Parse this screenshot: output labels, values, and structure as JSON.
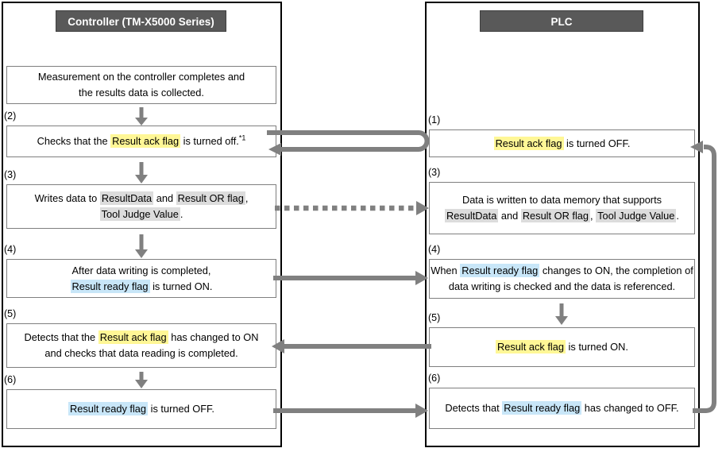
{
  "colors": {
    "header_bg": "#595959",
    "header_text": "#FFFFFF",
    "highlight_yellow": "#FFF796",
    "highlight_blue": "#C8E6F8",
    "highlight_gray": "#DCDCDC",
    "arrow_gray": "#808080",
    "box_border": "#7F7F7F",
    "panel_border": "#000000"
  },
  "panels": [
    {
      "header": "Controller (TM-X5000 Series)",
      "boxes": [
        {
          "label": "",
          "lines": [
            [
              {
                "t": "Measurement on the controller completes and"
              }
            ],
            [
              {
                "t": "the results data is collected."
              }
            ]
          ]
        },
        {
          "label": "(2)",
          "lines": [
            [
              {
                "t": "Checks that the "
              },
              {
                "t": "Result ack flag",
                "hl": "yellow"
              },
              {
                "t": " is turned off."
              },
              {
                "t": "*1",
                "sup": true
              }
            ]
          ]
        },
        {
          "label": "(3)",
          "lines": [
            [
              {
                "t": "Writes data to "
              },
              {
                "t": "ResultData",
                "hl": "gray"
              },
              {
                "t": " and "
              },
              {
                "t": "Result OR flag",
                "hl": "gray"
              },
              {
                "t": ","
              }
            ],
            [
              {
                "t": "Tool Judge Value",
                "hl": "gray"
              },
              {
                "t": "."
              }
            ]
          ]
        },
        {
          "label": "(4)",
          "lines": [
            [
              {
                "t": "After data writing is completed,"
              }
            ],
            [
              {
                "t": "Result ready flag",
                "hl": "blue"
              },
              {
                "t": " is turned ON."
              }
            ]
          ]
        },
        {
          "label": "(5)",
          "lines": [
            [
              {
                "t": "Detects that the "
              },
              {
                "t": "Result ack flag",
                "hl": "yellow"
              },
              {
                "t": " has changed to ON"
              }
            ],
            [
              {
                "t": "and checks that data reading is completed."
              }
            ]
          ]
        },
        {
          "label": "(6)",
          "lines": [
            [
              {
                "t": "Result ready flag",
                "hl": "blue"
              },
              {
                "t": " is turned OFF."
              }
            ]
          ]
        }
      ]
    },
    {
      "header": "PLC",
      "boxes": [
        {
          "label": "(1)",
          "lines": [
            [
              {
                "t": "Result ack flag",
                "hl": "yellow"
              },
              {
                "t": " is turned OFF."
              }
            ]
          ]
        },
        {
          "label": "(3)",
          "lines": [
            [
              {
                "t": "Data is written to data memory that supports"
              }
            ],
            [
              {
                "t": "ResultData",
                "hl": "gray"
              },
              {
                "t": " and "
              },
              {
                "t": "Result OR flag",
                "hl": "gray"
              },
              {
                "t": ", "
              },
              {
                "t": "Tool Judge Value",
                "hl": "gray"
              },
              {
                "t": "."
              }
            ]
          ]
        },
        {
          "label": "(4)",
          "lines": [
            [
              {
                "t": "When "
              },
              {
                "t": "Result ready flag",
                "hl": "blue"
              },
              {
                "t": " changes to ON, the completion of"
              }
            ],
            [
              {
                "t": "data writing is checked and the data is referenced."
              }
            ]
          ]
        },
        {
          "label": "(5)",
          "lines": [
            [
              {
                "t": "Result ack flag",
                "hl": "yellow"
              },
              {
                "t": " is turned ON."
              }
            ]
          ]
        },
        {
          "label": "(6)",
          "lines": [
            [
              {
                "t": "Detects that "
              },
              {
                "t": "Result ready flag",
                "hl": "blue"
              },
              {
                "t": " has changed to OFF."
              }
            ]
          ]
        }
      ]
    }
  ],
  "connectors": [
    {
      "id": "check-ack-roundtrip",
      "from": "controller-step-2",
      "to": "plc-step-1",
      "style": "u-turn-solid"
    },
    {
      "id": "write-data",
      "from": "controller-step-3",
      "to": "plc-step-3",
      "style": "dashed-right"
    },
    {
      "id": "ready-on",
      "from": "controller-step-4",
      "to": "plc-step-4",
      "style": "solid-right"
    },
    {
      "id": "ack-on",
      "from": "plc-step-5",
      "to": "controller-step-5",
      "style": "solid-left"
    },
    {
      "id": "ready-off",
      "from": "controller-step-6",
      "to": "plc-step-6",
      "style": "solid-right"
    },
    {
      "id": "loop-back",
      "from": "plc-step-6",
      "to": "plc-step-1",
      "style": "right-side-loop"
    },
    {
      "id": "flow-down-left",
      "between": [
        "step-1/2",
        "step-2/3",
        "step-3/4",
        "step-5/6"
      ],
      "style": "down-arrow"
    },
    {
      "id": "flow-down-right",
      "between": [
        "step-4/5"
      ],
      "style": "down-arrow"
    }
  ]
}
